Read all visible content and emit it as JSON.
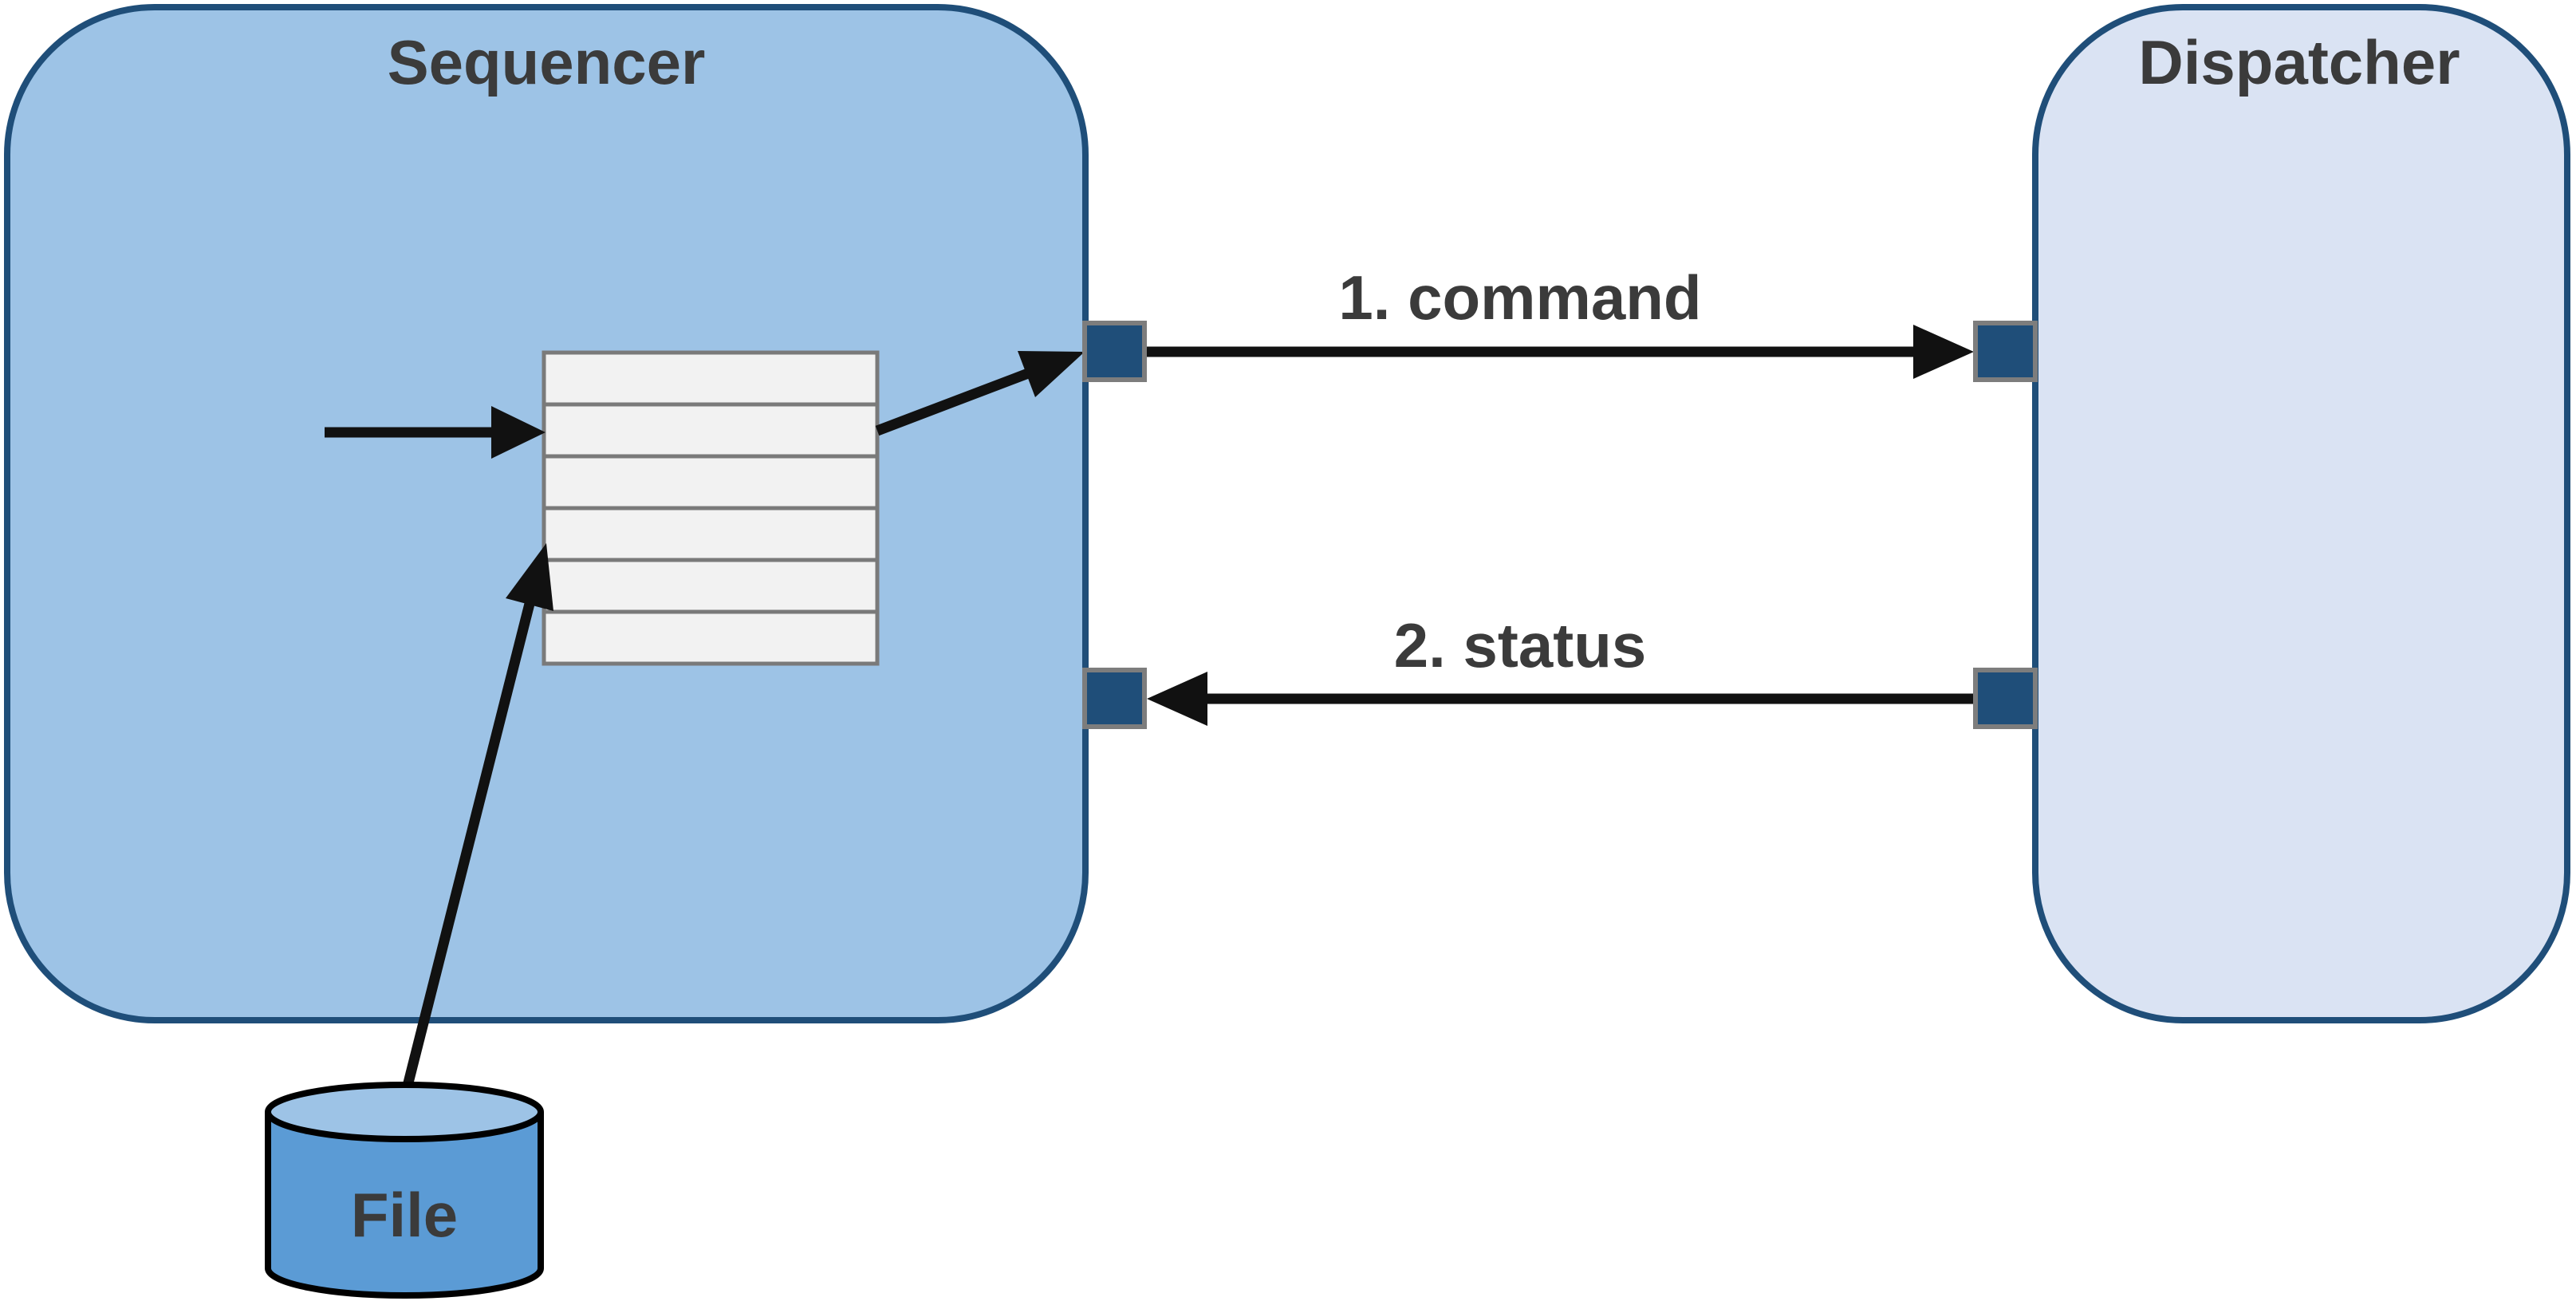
{
  "diagram": {
    "type": "component-communication-diagram",
    "background": "#FFFFFF",
    "text_color": "#3B3B3B",
    "arrow_color": "#111111"
  },
  "sequencer": {
    "label": "Sequencer",
    "fill": "#9DC3E6",
    "border_color": "#1F4E79",
    "queue": {
      "rows": 6,
      "row_fill": "#F2F2F2",
      "border_color": "#7A7A7A"
    }
  },
  "dispatcher": {
    "label": "Dispatcher",
    "fill": "#DAE3F3",
    "border_color": "#1F4E79"
  },
  "file": {
    "label": "File",
    "body_fill": "#5B9BD5",
    "top_fill": "#9DC3E6",
    "outline_color": "#000000"
  },
  "ports": {
    "fill": "#1F4E79",
    "border_color": "#7D7D7D",
    "count": 4
  },
  "connections": [
    {
      "label": "1. command",
      "from": "Sequencer",
      "to": "Dispatcher"
    },
    {
      "label": "2. status",
      "from": "Dispatcher",
      "to": "Sequencer"
    }
  ]
}
